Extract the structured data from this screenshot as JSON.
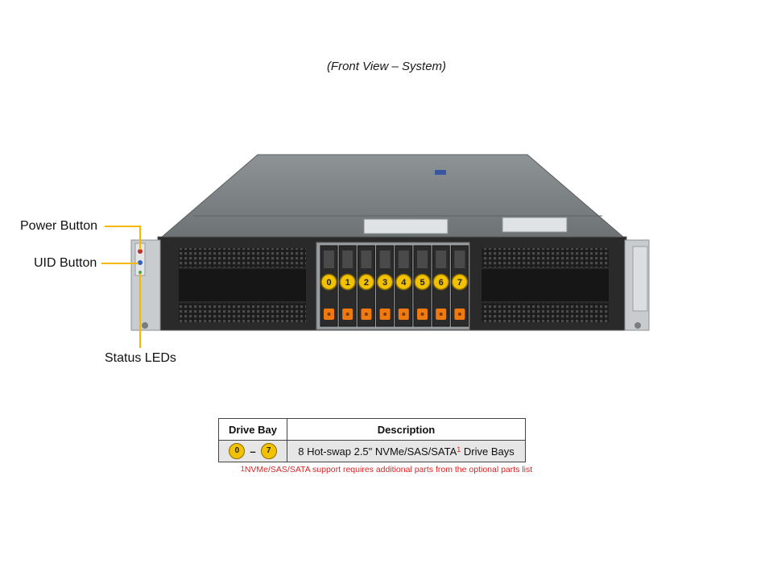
{
  "caption": "(Front View – System)",
  "callouts": {
    "power_button": "Power Button",
    "uid_button": "UID Button",
    "status_leds": "Status LEDs"
  },
  "drive_bays": [
    "0",
    "1",
    "2",
    "3",
    "4",
    "5",
    "6",
    "7"
  ],
  "table": {
    "headers": [
      "Drive Bay",
      "Description"
    ],
    "row": {
      "range_start": "0",
      "range_sep": "–",
      "range_end": "7",
      "description_pre": "8 Hot-swap 2.5\" NVMe/SAS/SATA",
      "description_sup": "1",
      "description_post": " Drive Bays"
    }
  },
  "footnote": {
    "sup": "1",
    "text": "NVMe/SAS/SATA support requires additional parts from the optional parts list"
  },
  "colors": {
    "callout_line": "#f5b800",
    "badge_fill": "#f2c200",
    "drive_latch": "#f07a10",
    "footnote": "#e02020"
  }
}
